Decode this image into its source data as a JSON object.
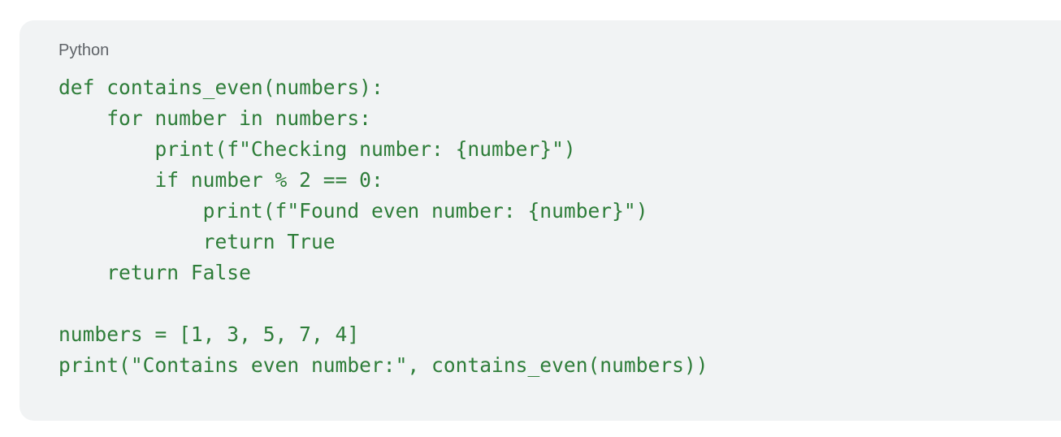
{
  "colors": {
    "page_bg": "#ffffff",
    "card_bg": "#f1f3f4",
    "label_text": "#5f6368",
    "code_text": "#2e7d39"
  },
  "code_block": {
    "language_label": "Python",
    "lines": [
      "def contains_even(numbers):",
      "    for number in numbers:",
      "        print(f\"Checking number: {number}\")",
      "        if number % 2 == 0:",
      "            print(f\"Found even number: {number}\")",
      "            return True",
      "    return False",
      "",
      "numbers = [1, 3, 5, 7, 4]",
      "print(\"Contains even number:\", contains_even(numbers))"
    ]
  }
}
